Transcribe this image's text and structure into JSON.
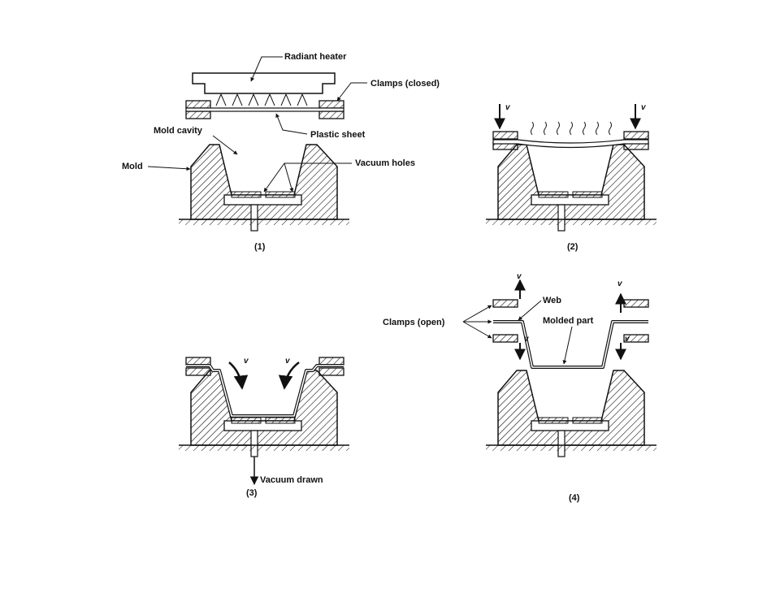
{
  "labels": {
    "radiant_heater": "Radiant heater",
    "clamps_closed": "Clamps (closed)",
    "plastic_sheet": "Plastic sheet",
    "mold_cavity": "Mold cavity",
    "mold": "Mold",
    "vacuum_holes": "Vacuum holes",
    "vacuum_drawn": "Vacuum drawn",
    "clamps_open": "Clamps (open)",
    "web": "Web",
    "molded_part": "Molded part",
    "velocity": "v"
  },
  "steps": [
    "(1)",
    "(2)",
    "(3)",
    "(4)"
  ],
  "colors": {
    "ink": "#111111",
    "background": "#ffffff"
  }
}
